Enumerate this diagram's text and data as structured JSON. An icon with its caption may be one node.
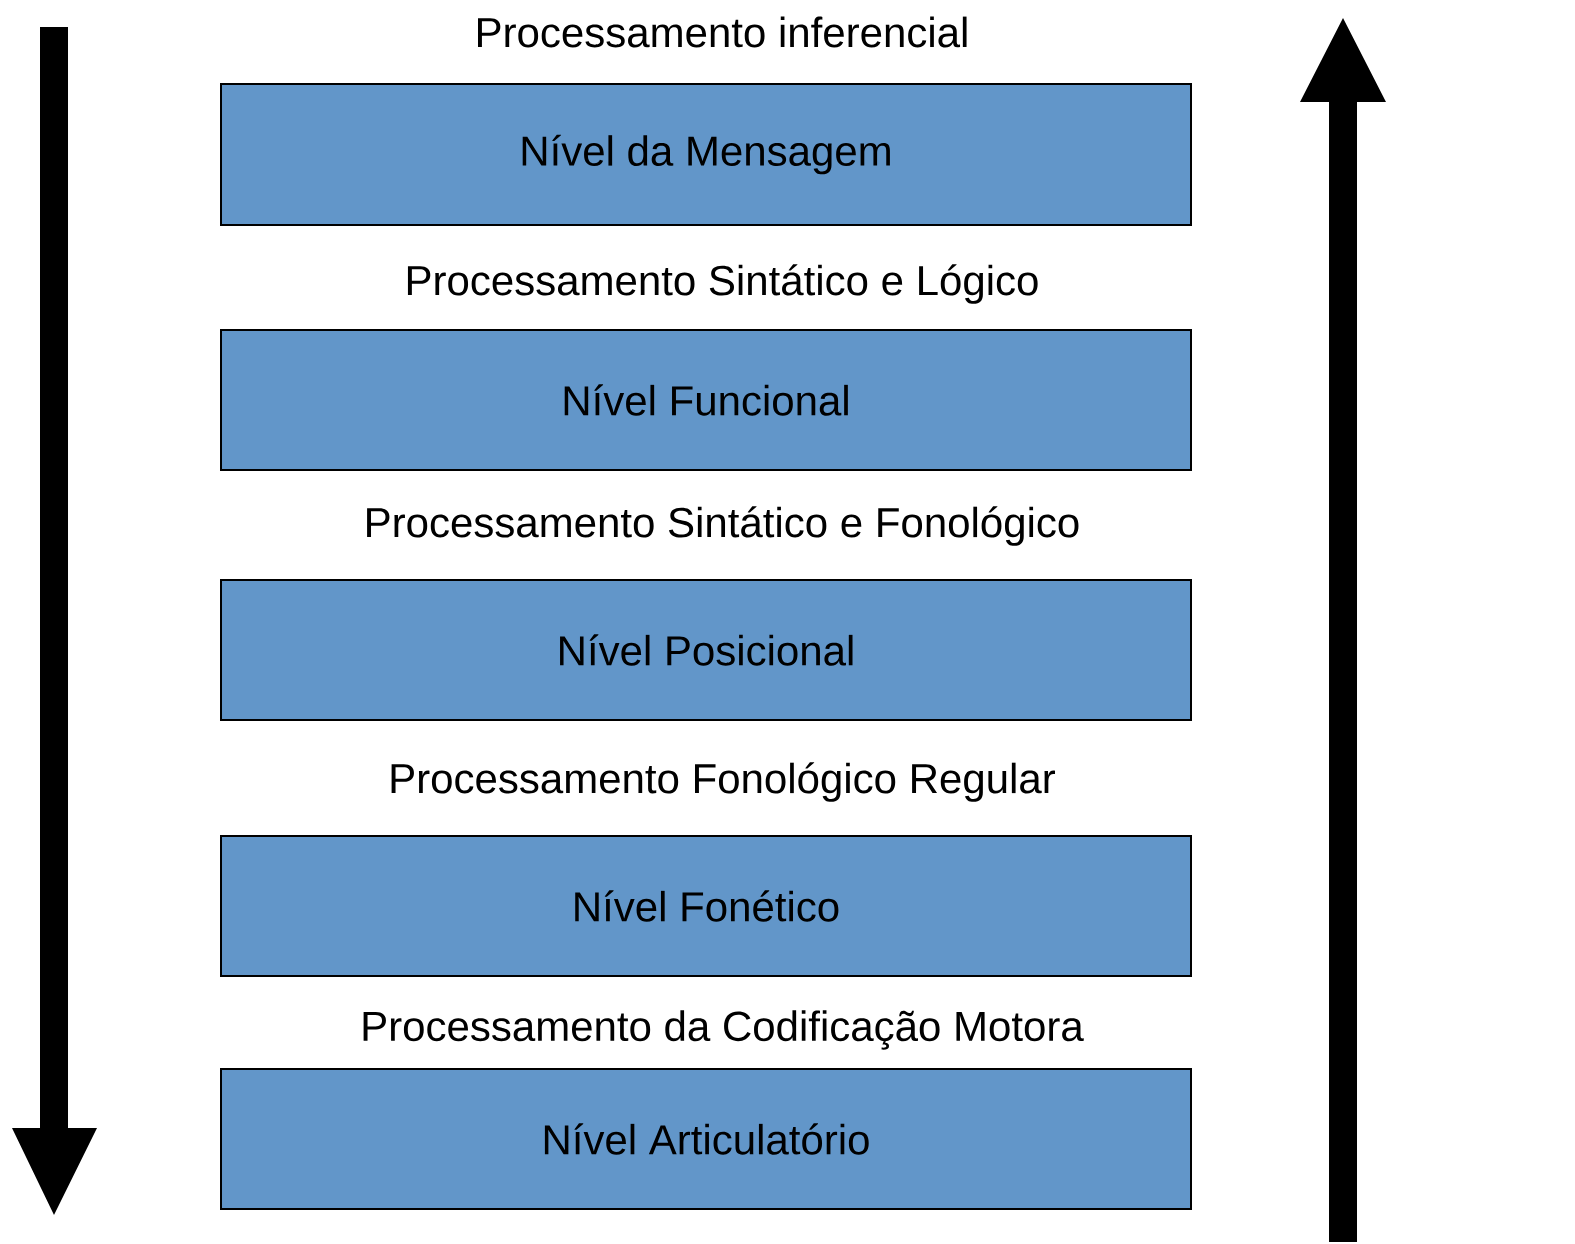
{
  "diagram": {
    "nodes": [
      {
        "text": [
          "Nível da Mensagem"
        ]
      },
      {
        "text": [
          "Nível Funcional"
        ]
      },
      {
        "text": [
          "Nível Posicional"
        ]
      },
      {
        "text": [
          "Nível Fonético"
        ]
      },
      {
        "text": [
          "Nível Articulatório"
        ]
      }
    ],
    "labels": [
      "Processamento inferencial",
      "Processamento Sintático e Lógico",
      "Processamento Sintático e Fonológico",
      "Processamento Fonológico Regular",
      "Processamento da Codificação Motora"
    ]
  }
}
